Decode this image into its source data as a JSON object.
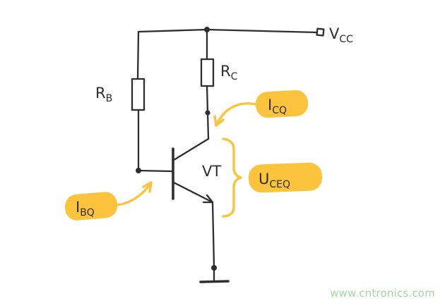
{
  "labels": {
    "vcc": {
      "main": "V",
      "sub": "CC"
    },
    "rb": {
      "main": "R",
      "sub": "B"
    },
    "rc": {
      "main": "R",
      "sub": "C"
    },
    "vt": {
      "main": "VT"
    },
    "icq": {
      "main": "I",
      "sub": "CQ"
    },
    "ibq": {
      "main": "I",
      "sub": "BQ"
    },
    "uceq": {
      "main": "U",
      "sub": "CEQ"
    }
  },
  "watermark": "www.cntronics.com",
  "colors": {
    "ink": "#2e2e2e",
    "highlight": "#fcc33c",
    "watermark": "#a5d6a5"
  }
}
